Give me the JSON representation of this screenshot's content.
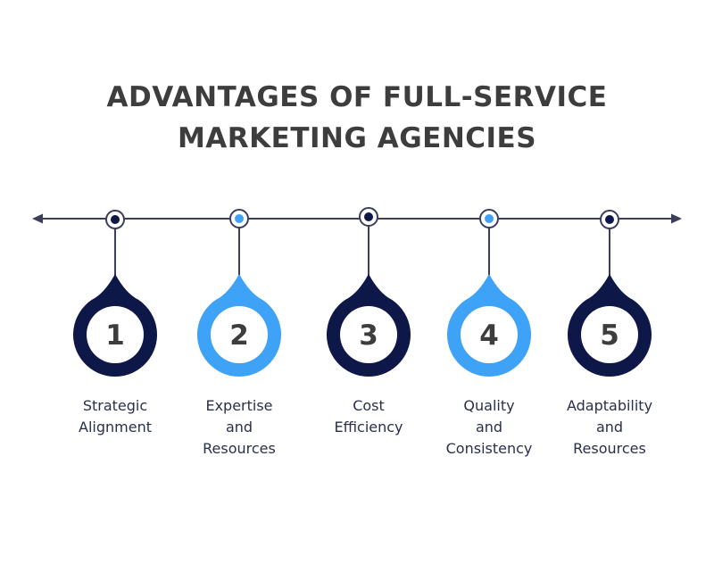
{
  "title": {
    "line1": "ADVANTAGES OF FULL-SERVICE",
    "line2": "MARKETING AGENCIES"
  },
  "colors": {
    "navy": "#0e1848",
    "blue": "#3ea2f7",
    "line": "#3b3f5c",
    "number": "#3d3d3d"
  },
  "steps": [
    {
      "number": "1",
      "color": "navy",
      "label": [
        "Strategic",
        "Alignment"
      ]
    },
    {
      "number": "2",
      "color": "blue",
      "label": [
        "Expertise",
        "and",
        "Resources"
      ]
    },
    {
      "number": "3",
      "color": "navy",
      "label": [
        "Cost",
        "Efficiency"
      ]
    },
    {
      "number": "4",
      "color": "blue",
      "label": [
        "Quality",
        "and",
        "Consistency"
      ]
    },
    {
      "number": "5",
      "color": "navy",
      "label": [
        "Adaptability",
        "and",
        "Resources"
      ]
    }
  ]
}
